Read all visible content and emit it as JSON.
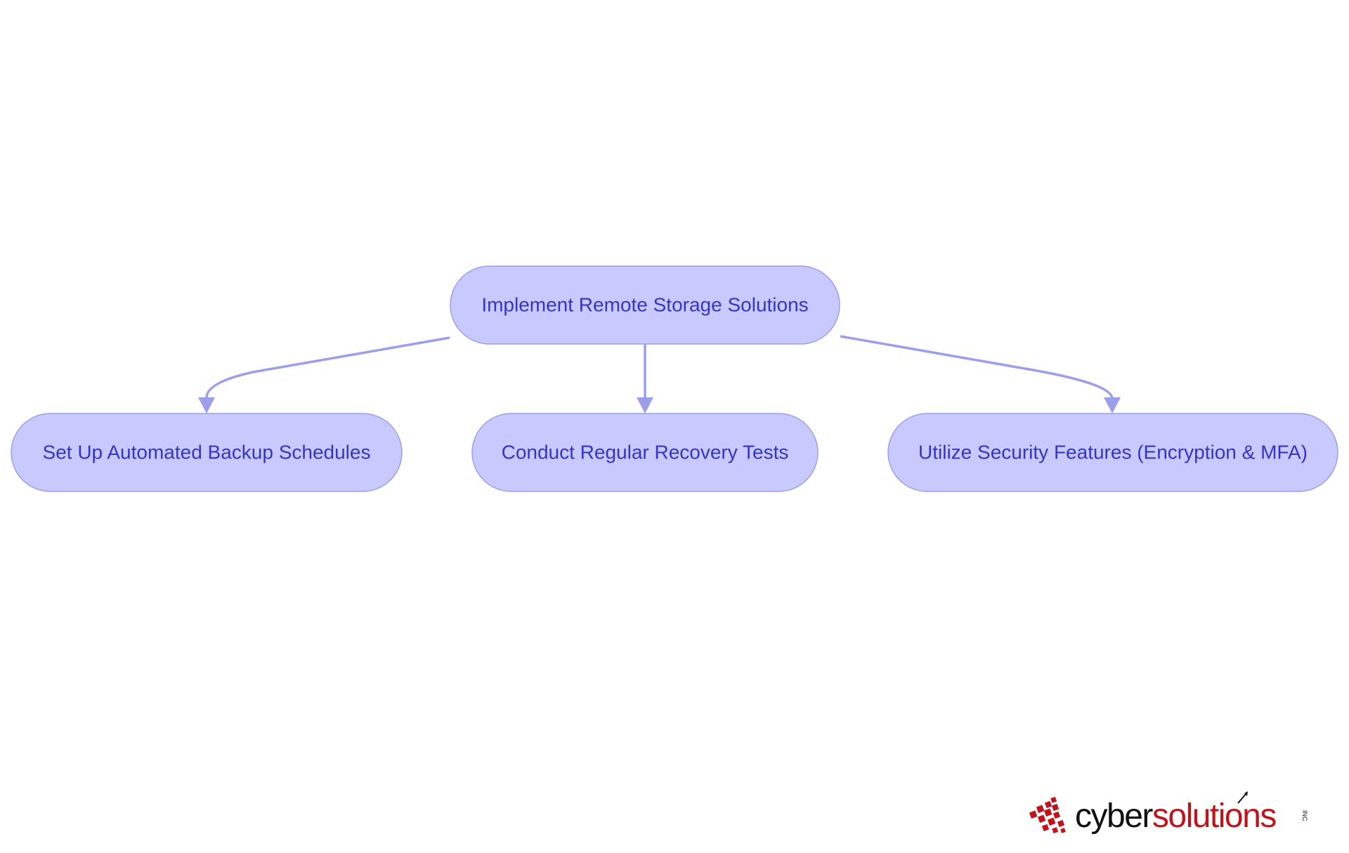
{
  "diagram": {
    "root": {
      "label": "Implement Remote Storage Solutions"
    },
    "children": [
      {
        "label": "Set Up Automated Backup Schedules"
      },
      {
        "label": "Conduct Regular Recovery Tests"
      },
      {
        "label": "Utilize Security Features (Encryption & MFA)"
      }
    ],
    "colors": {
      "node_fill": "#c8caff",
      "node_stroke": "#9b9ee8",
      "node_text": "#3434c8",
      "edge": "#9b9ee8"
    }
  },
  "logo": {
    "word_cyber": "cyber",
    "word_solutions": "solutions",
    "suffix": "INC",
    "colors": {
      "cyber": "#111111",
      "solutions": "#c0141b",
      "mark": "#c0141b"
    }
  }
}
